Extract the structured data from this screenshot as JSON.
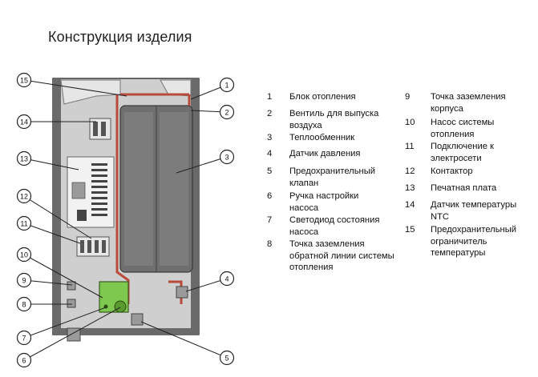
{
  "title": "Конструкция изделия",
  "callouts": [
    "1",
    "2",
    "3",
    "4",
    "5",
    "6",
    "7",
    "8",
    "9",
    "10",
    "11",
    "12",
    "13",
    "14",
    "15"
  ],
  "legend": {
    "col1": [
      {
        "num": "1",
        "text": "Блок отопления"
      },
      {
        "num": "2",
        "text": "Вентиль для выпуска воздуха"
      },
      {
        "num": "3",
        "text": "Теплообменник"
      },
      {
        "num": "4",
        "text": "Датчик давления"
      },
      {
        "num": "5",
        "text": "Предохранительный клапан"
      },
      {
        "num": "6",
        "text": "Ручка настройки насоса"
      },
      {
        "num": "7",
        "text": "Светодиод состояния насоса"
      },
      {
        "num": "8",
        "text": "Точка заземления обратной линии системы отопления"
      }
    ],
    "col2": [
      {
        "num": "9",
        "text": "Точка заземления корпуса"
      },
      {
        "num": "10",
        "text": "Насос системы отопления"
      },
      {
        "num": "11",
        "text": "Подключение к электросети"
      },
      {
        "num": "12",
        "text": "Контактор"
      },
      {
        "num": "13",
        "text": "Печатная плата"
      },
      {
        "num": "14",
        "text": "Датчик температуры NTC"
      },
      {
        "num": "15",
        "text": "Предохранительный ограничитель температуры"
      }
    ]
  },
  "colors": {
    "housing": "#5a5a5a",
    "panel": "#d4d4d4",
    "exchanger": "#7a7a7a",
    "pipe": "#b84a3a",
    "pump": "#7ec850"
  }
}
